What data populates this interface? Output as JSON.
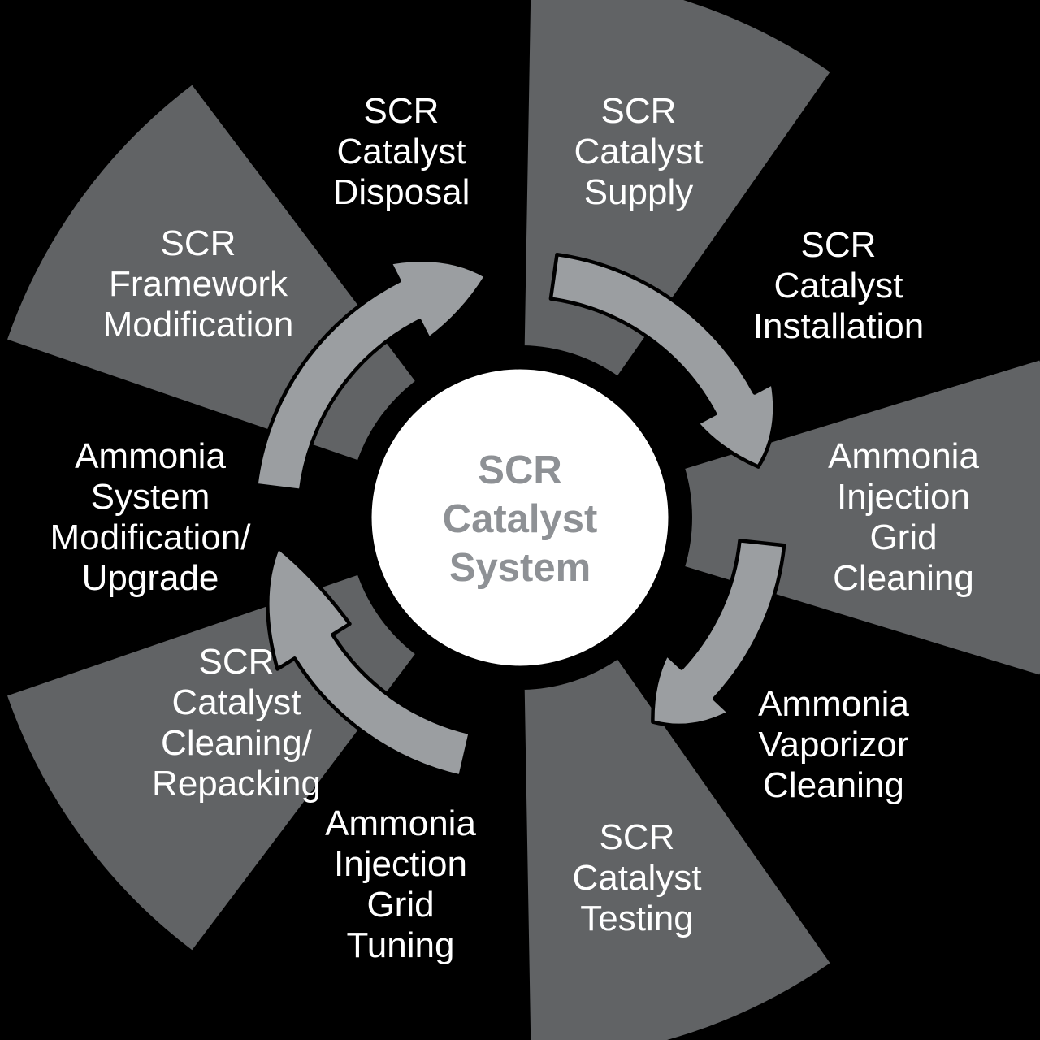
{
  "diagram": {
    "title": "SCR Catalyst System",
    "type": "cycle",
    "direction": "clockwise",
    "center": {
      "lines": [
        "SCR",
        "Catalyst",
        "System"
      ]
    },
    "segments": [
      {
        "label": "SCR Catalyst Supply",
        "lines": [
          "SCR",
          "Catalyst",
          "Supply"
        ],
        "on_wedge": true
      },
      {
        "label": "SCR Catalyst Installation",
        "lines": [
          "SCR",
          "Catalyst",
          "Installation"
        ],
        "on_wedge": false
      },
      {
        "label": "Ammonia Injection Grid Cleaning",
        "lines": [
          "Ammonia",
          "Injection",
          "Grid",
          "Cleaning"
        ],
        "on_wedge": true
      },
      {
        "label": "Ammonia Vaporizor Cleaning",
        "lines": [
          "Ammonia",
          "Vaporizor",
          "Cleaning"
        ],
        "on_wedge": false
      },
      {
        "label": "SCR Catalyst Testing",
        "lines": [
          "SCR",
          "Catalyst",
          "Testing"
        ],
        "on_wedge": true
      },
      {
        "label": "Ammonia Injection Grid Tuning",
        "lines": [
          "Ammonia",
          "Injection",
          "Grid",
          "Tuning"
        ],
        "on_wedge": false
      },
      {
        "label": "SCR Catalyst Cleaning/Repacking",
        "lines": [
          "SCR",
          "Catalyst",
          "Cleaning/",
          "Repacking"
        ],
        "on_wedge": true
      },
      {
        "label": "Ammonia System Modification/Upgrade",
        "lines": [
          "Ammonia",
          "System",
          "Modification/",
          "Upgrade"
        ],
        "on_wedge": false
      },
      {
        "label": "SCR Framework Modification",
        "lines": [
          "SCR",
          "Framework",
          "Modification"
        ],
        "on_wedge": true
      },
      {
        "label": "SCR Catalyst Disposal",
        "lines": [
          "SCR",
          "Catalyst",
          "Disposal"
        ],
        "on_wedge": false
      }
    ],
    "arrows": {
      "count": 4,
      "direction": "clockwise"
    },
    "colors": {
      "background": "#000000",
      "wedge": "#616365",
      "arrow": "#9b9ea1",
      "outline": "#000000",
      "center_fill": "#ffffff",
      "center_text": "#8e9195",
      "label_text": "#ffffff"
    }
  }
}
